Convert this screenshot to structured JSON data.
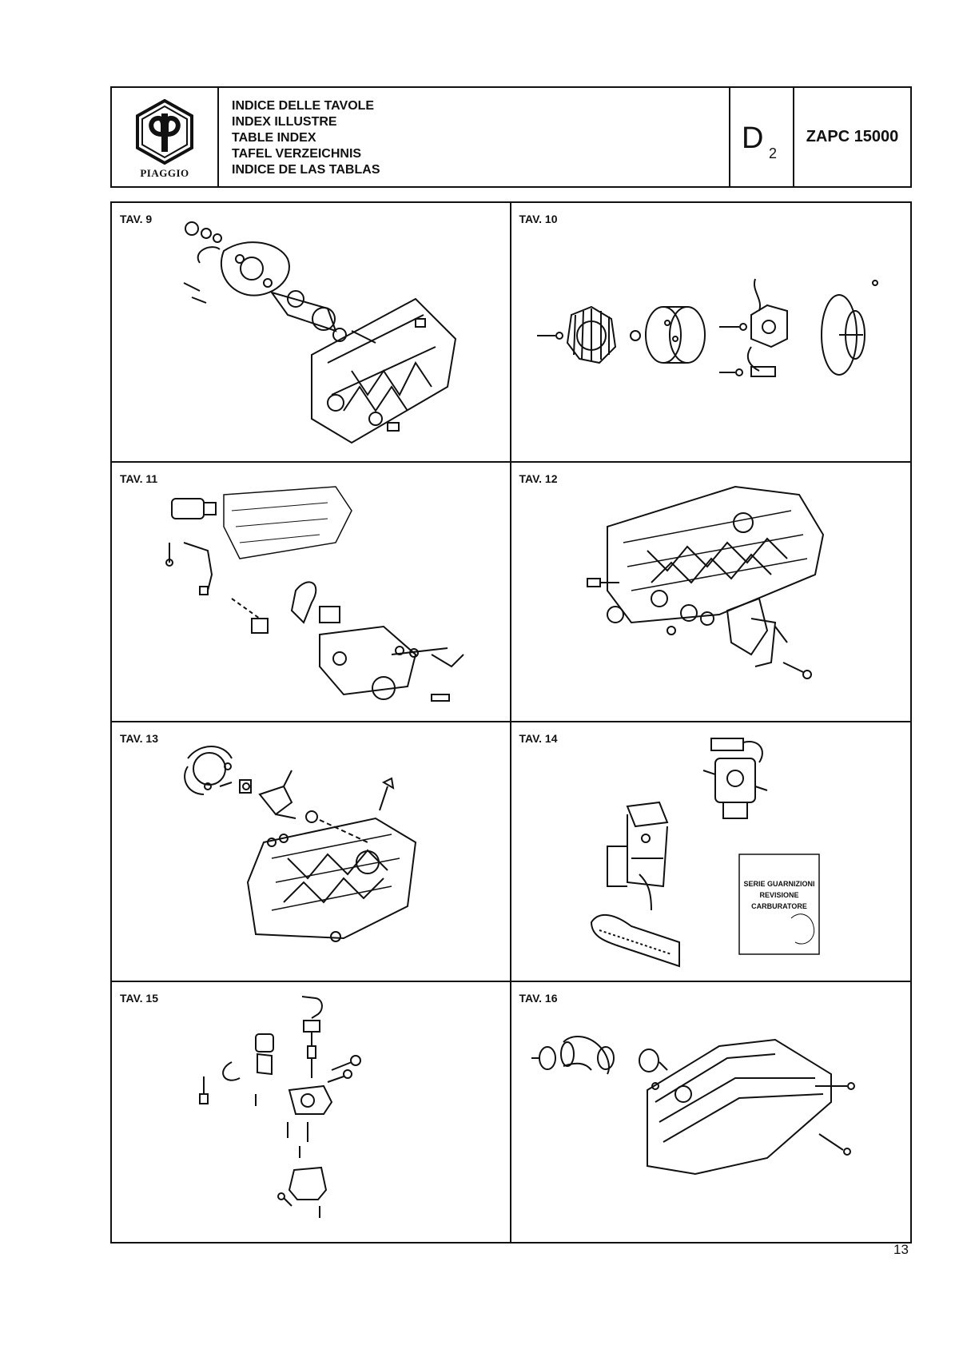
{
  "header": {
    "logo_text": "PIAGGIO",
    "titles": [
      "INDICE DELLE TAVOLE",
      "INDEX ILLUSTRE",
      "TABLE INDEX",
      "TAFEL VERZEICHNIS",
      "INDICE DE LAS TABLAS"
    ],
    "code_letter": "D",
    "code_sub": "2",
    "model": "ZAPC 15000"
  },
  "plates": [
    {
      "label": "TAV. 9"
    },
    {
      "label": "TAV. 10"
    },
    {
      "label": "TAV. 11"
    },
    {
      "label": "TAV. 12"
    },
    {
      "label": "TAV. 13"
    },
    {
      "label": "TAV. 14",
      "box_lines": [
        "SERIE GUARNIZIONI",
        "REVISIONE",
        "CARBURATORE"
      ]
    },
    {
      "label": "TAV. 15"
    },
    {
      "label": "TAV. 16"
    }
  ],
  "page_number": "13"
}
